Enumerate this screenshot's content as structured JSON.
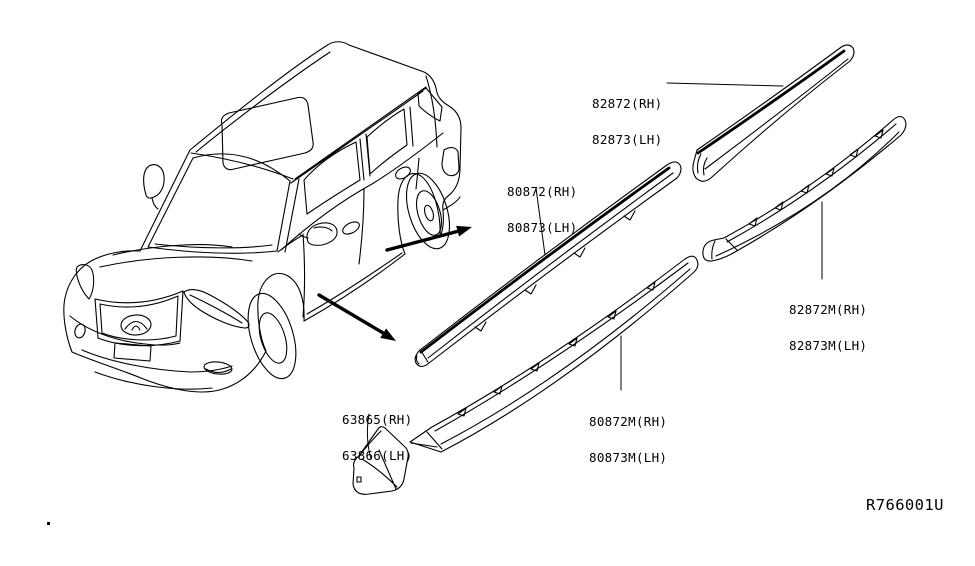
{
  "diagram": {
    "background_color": "#ffffff",
    "line_color": "#000000",
    "ref_code": "R766001U",
    "parts": [
      {
        "rh_label": "82872(RH)",
        "lh_label": "82873(LH)"
      },
      {
        "rh_label": "80872(RH)",
        "lh_label": "80873(LH)"
      },
      {
        "rh_label": "82872M(RH)",
        "lh_label": "82873M(LH)"
      },
      {
        "rh_label": "80872M(RH)",
        "lh_label": "80873M(LH)"
      },
      {
        "rh_label": "63865(RH)",
        "lh_label": "63866(LH)"
      }
    ]
  }
}
